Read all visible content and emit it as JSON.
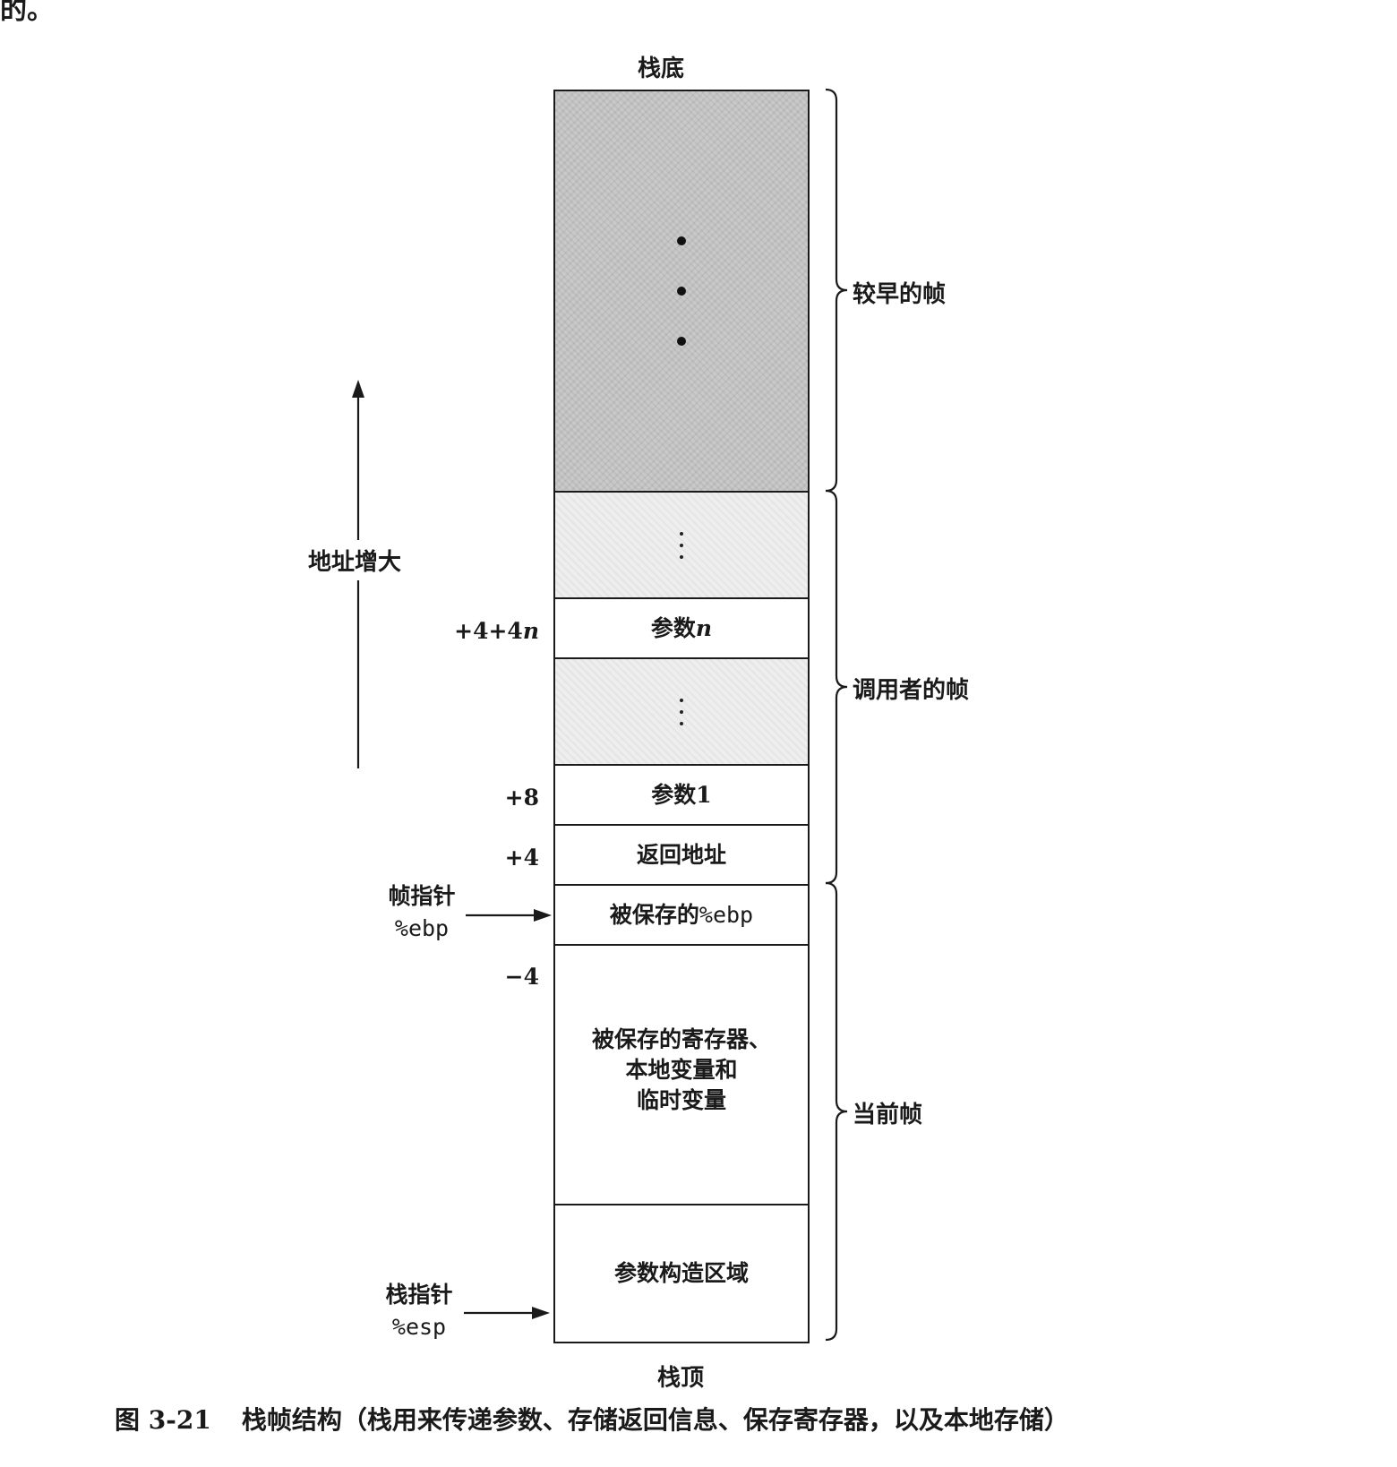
{
  "page": {
    "top_fragment": "的。"
  },
  "stack": {
    "bottom_label": "栈底",
    "top_label": "栈顶",
    "cells": {
      "param_n": "参数",
      "param_n_var": "n",
      "param_1": "参数1",
      "return_address": "返回地址",
      "saved_ebp_text": "被保存的",
      "saved_ebp_reg": "%ebp",
      "locals_line1": "被保存的寄存器、",
      "locals_line2": "本地变量和",
      "locals_line3": "临时变量",
      "arg_build": "参数构造区域"
    },
    "offsets": {
      "param_n_prefix": "+4+4",
      "param_n_var": "n",
      "param_1": "+8",
      "return_address": "+4",
      "locals": "−4"
    }
  },
  "frames": {
    "earlier": "较早的帧",
    "caller": "调用者的帧",
    "current": "当前帧"
  },
  "pointers": {
    "frame_pointer_label": "帧指针",
    "frame_pointer_reg": "%ebp",
    "stack_pointer_label": "栈指针",
    "stack_pointer_reg": "%esp"
  },
  "growth": {
    "label": "地址增大"
  },
  "caption": {
    "figure_number": "图 3-21",
    "text": "栈帧结构（栈用来传递参数、存储返回信息、保存寄存器，以及本地存储）"
  }
}
